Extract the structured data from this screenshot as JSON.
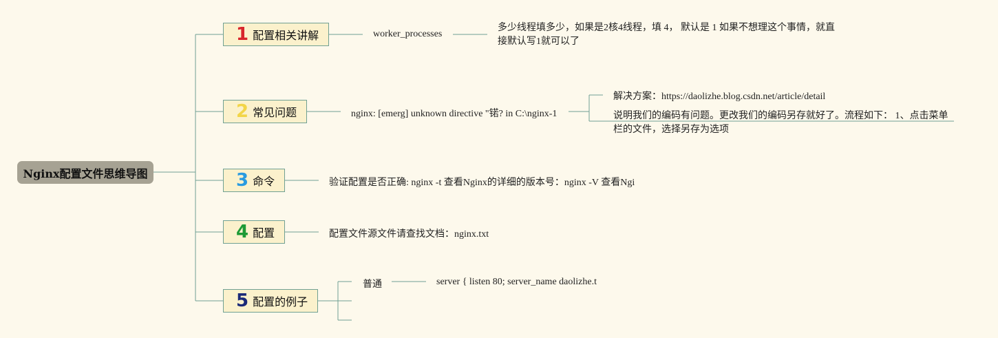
{
  "root": {
    "label": "Nginx配置文件思维导图"
  },
  "colors": {
    "line": "#6fa093",
    "root_bg": "#a6a293",
    "branch_bg": "#fbf1cc",
    "page_bg": "#fdf9ec",
    "num1": "#d8262c",
    "num2": "#f2d548",
    "num3": "#2a9be0",
    "num4": "#1d9a35",
    "num5": "#1c2a78"
  },
  "branches": [
    {
      "num": "1",
      "label": "配置相关讲解",
      "child": "worker_processes",
      "detail": "多少线程填多少，如果是2核4线程，填 4， 默认是 1 如果不想理这个事情，就直接默认写1就可以了"
    },
    {
      "num": "2",
      "label": "常见问题",
      "child": "nginx: [emerg] unknown directive \"锘? in C:\\nginx-1",
      "details": [
        "解决方案：https://daolizhe.blog.csdn.net/article/detail",
        "说明我们的编码有问题。更改我们的编码另存就好了。流程如下： 1、点击菜单栏的文件，选择另存为选项"
      ]
    },
    {
      "num": "3",
      "label": "命令",
      "child": "验证配置是否正确: nginx -t 查看Nginx的详细的版本号：nginx -V 查看Ngi"
    },
    {
      "num": "4",
      "label": "配置",
      "child": "配置文件源文件请查找文档：nginx.txt"
    },
    {
      "num": "5",
      "label": "配置的例子",
      "child": "普通",
      "detail": "server { listen 80; server_name daolizhe.t"
    }
  ]
}
